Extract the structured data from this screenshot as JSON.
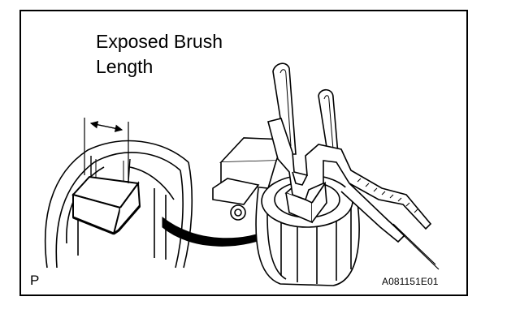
{
  "figure": {
    "title": "Exposed Brush\nLength",
    "view_letter": "P",
    "figure_code": "A081151E01"
  },
  "colors": {
    "line": "#000000",
    "background": "#ffffff"
  },
  "icons": {
    "callout_arrow": "curved-arrow-right",
    "dimension_arrow": "double-headed-arrow"
  }
}
